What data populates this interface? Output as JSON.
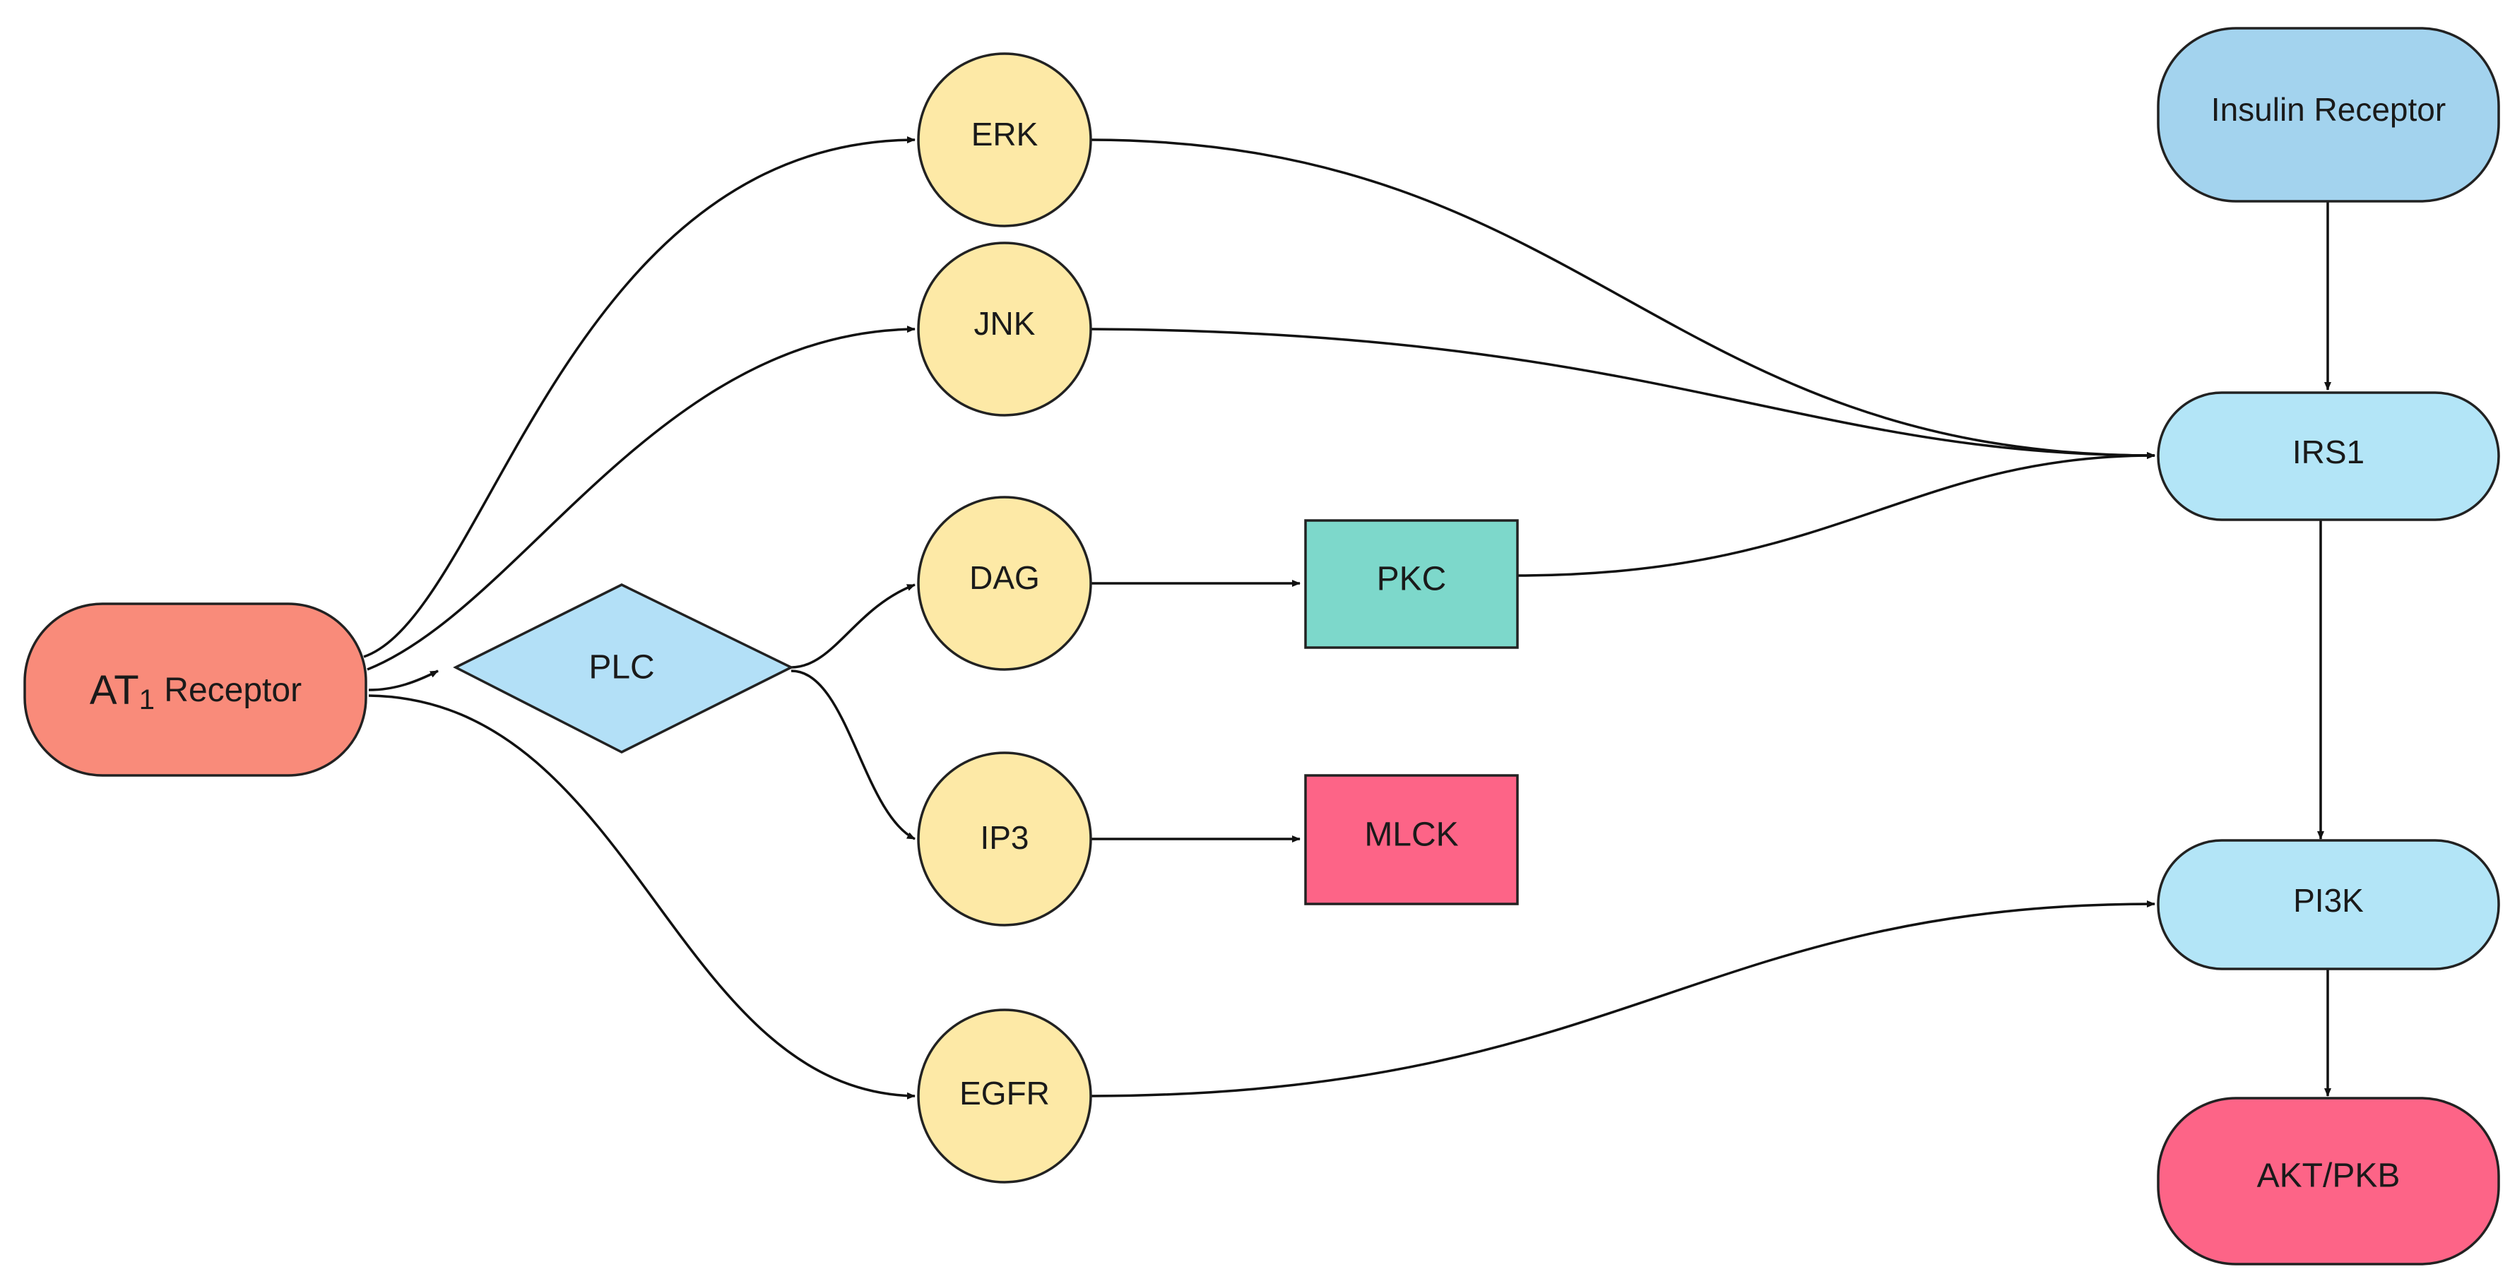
{
  "nodes": {
    "at1": {
      "label_main": "AT",
      "label_sub": "1",
      "label_rest": " Receptor",
      "color": "#f98b7a"
    },
    "plc": {
      "label": "PLC",
      "color": "#b3e0f7"
    },
    "erk": {
      "label": "ERK",
      "color": "#fde9a6"
    },
    "jnk": {
      "label": "JNK",
      "color": "#fde9a6"
    },
    "dag": {
      "label": "DAG",
      "color": "#fde9a6"
    },
    "ip3": {
      "label": "IP3",
      "color": "#fde9a6"
    },
    "egfr": {
      "label": "EGFR",
      "color": "#fde9a6"
    },
    "pkc": {
      "label": "PKC",
      "color": "#7dd8cb"
    },
    "mlck": {
      "label": "MLCK",
      "color": "#fd6487"
    },
    "insulin_receptor": {
      "label": "Insulin Receptor",
      "color": "#a3d3ee"
    },
    "irs1": {
      "label": "IRS1",
      "color": "#b3e5f7"
    },
    "pi3k": {
      "label": "PI3K",
      "color": "#b3e5f7"
    },
    "akt_pkb": {
      "label": "AKT/PKB",
      "color": "#fd6487"
    }
  },
  "edges": [
    {
      "from": "AT1 Receptor",
      "to": "ERK"
    },
    {
      "from": "AT1 Receptor",
      "to": "JNK"
    },
    {
      "from": "AT1 Receptor",
      "to": "PLC"
    },
    {
      "from": "AT1 Receptor",
      "to": "EGFR"
    },
    {
      "from": "PLC",
      "to": "DAG"
    },
    {
      "from": "PLC",
      "to": "IP3"
    },
    {
      "from": "DAG",
      "to": "PKC"
    },
    {
      "from": "IP3",
      "to": "MLCK"
    },
    {
      "from": "ERK",
      "to": "IRS1"
    },
    {
      "from": "JNK",
      "to": "IRS1"
    },
    {
      "from": "PKC",
      "to": "IRS1"
    },
    {
      "from": "Insulin Receptor",
      "to": "IRS1"
    },
    {
      "from": "IRS1",
      "to": "PI3K"
    },
    {
      "from": "EGFR",
      "to": "PI3K"
    },
    {
      "from": "PI3K",
      "to": "AKT/PKB"
    }
  ]
}
